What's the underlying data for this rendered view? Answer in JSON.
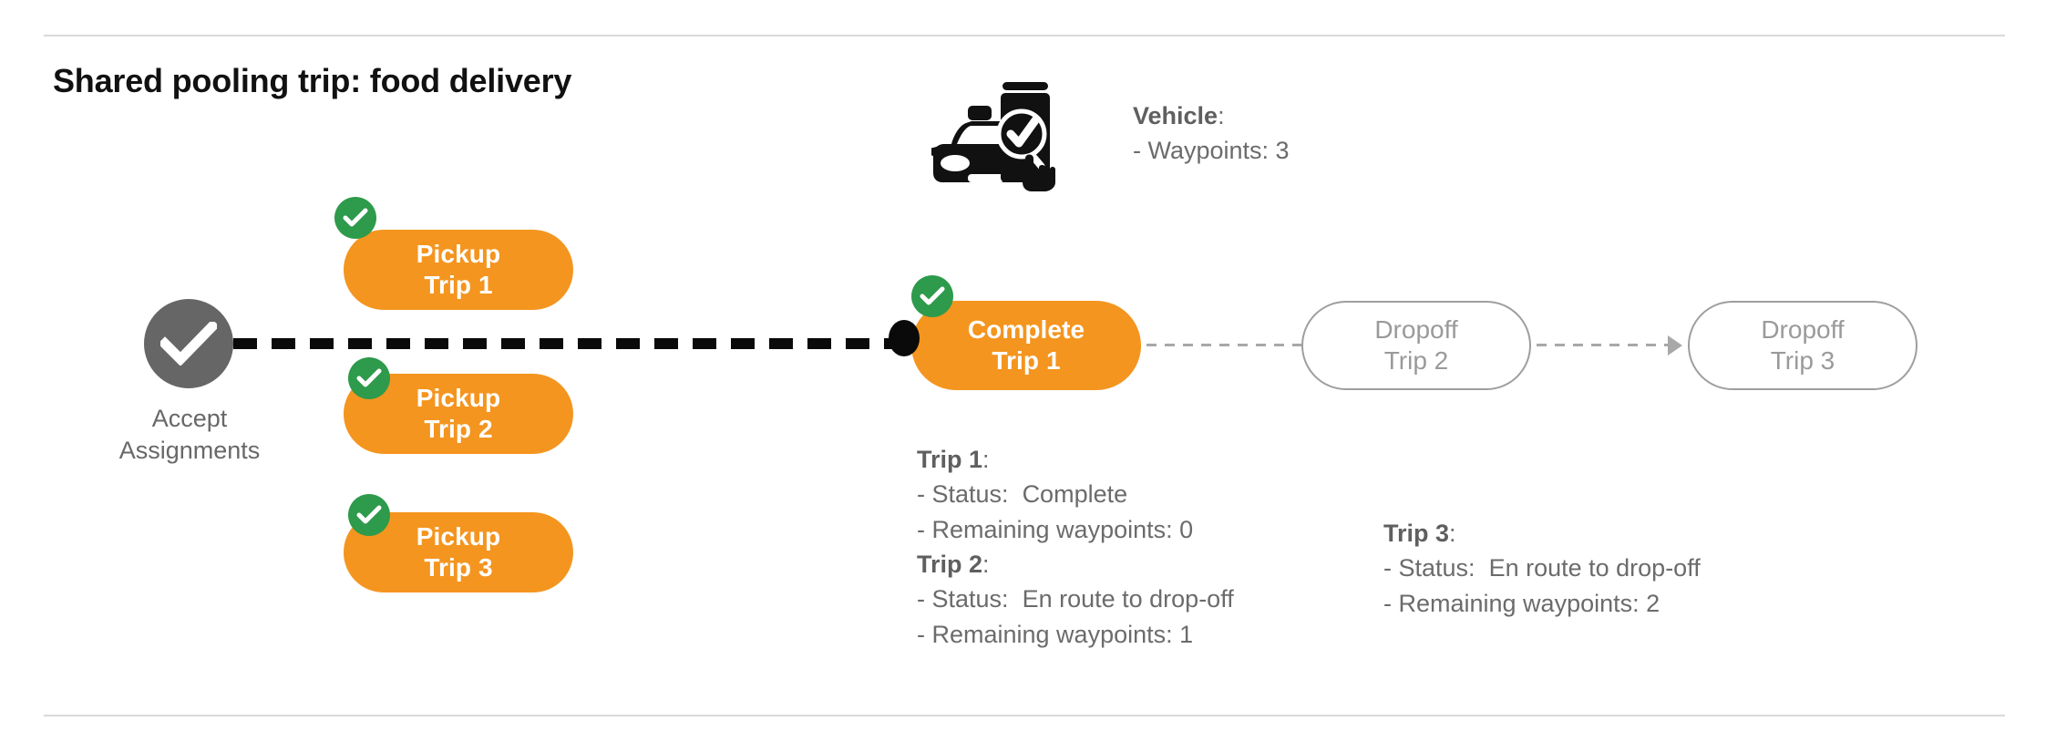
{
  "slide": {
    "title": "Shared pooling trip: food delivery",
    "background": "#ffffff",
    "rule_color": "#d9d9d9"
  },
  "colors": {
    "orange": "#F4951F",
    "green": "#2E9A4B",
    "gray_node": "#666666",
    "gray_text": "#6b6b6b",
    "gray_outline": "#9e9e9e",
    "black": "#0a0a0a"
  },
  "start_node": {
    "icon": "check-circle-icon",
    "label_line1": "Accept",
    "label_line2": "Assignments"
  },
  "pickups": [
    {
      "line1": "Pickup",
      "line2": "Trip 1",
      "completed": true,
      "badge": "check-badge-icon"
    },
    {
      "line1": "Pickup",
      "line2": "Trip 2",
      "completed": true,
      "badge": "check-badge-icon"
    },
    {
      "line1": "Pickup",
      "line2": "Trip 3",
      "completed": true,
      "badge": "check-badge-icon"
    }
  ],
  "milestones": [
    {
      "line1": "Complete",
      "line2": "Trip 1",
      "state": "complete",
      "completed": true,
      "badge": "check-badge-icon"
    },
    {
      "line1": "Dropoff",
      "line2": "Trip 2",
      "state": "pending",
      "completed": false
    },
    {
      "line1": "Dropoff",
      "line2": "Trip 3",
      "state": "pending",
      "completed": false
    }
  ],
  "vehicle": {
    "icon": "vehicle-phone-check-icon",
    "heading": "Vehicle",
    "heading_suffix": ":",
    "lines": [
      "- Waypoints: 3"
    ]
  },
  "trip_details": [
    {
      "heading": "Trip 1",
      "heading_suffix": ":",
      "status_label": "- Status:",
      "status_value": "Complete",
      "waypoints_line": "- Remaining waypoints: 0"
    },
    {
      "heading": "Trip 2",
      "heading_suffix": ":",
      "status_label": "- Status:",
      "status_value": "En route to drop-off",
      "waypoints_line": "- Remaining waypoints: 1"
    },
    {
      "heading": "Trip 3",
      "heading_suffix": ":",
      "status_label": "- Status:",
      "status_value": "En route to drop-off",
      "waypoints_line": "- Remaining waypoints: 2"
    }
  ]
}
